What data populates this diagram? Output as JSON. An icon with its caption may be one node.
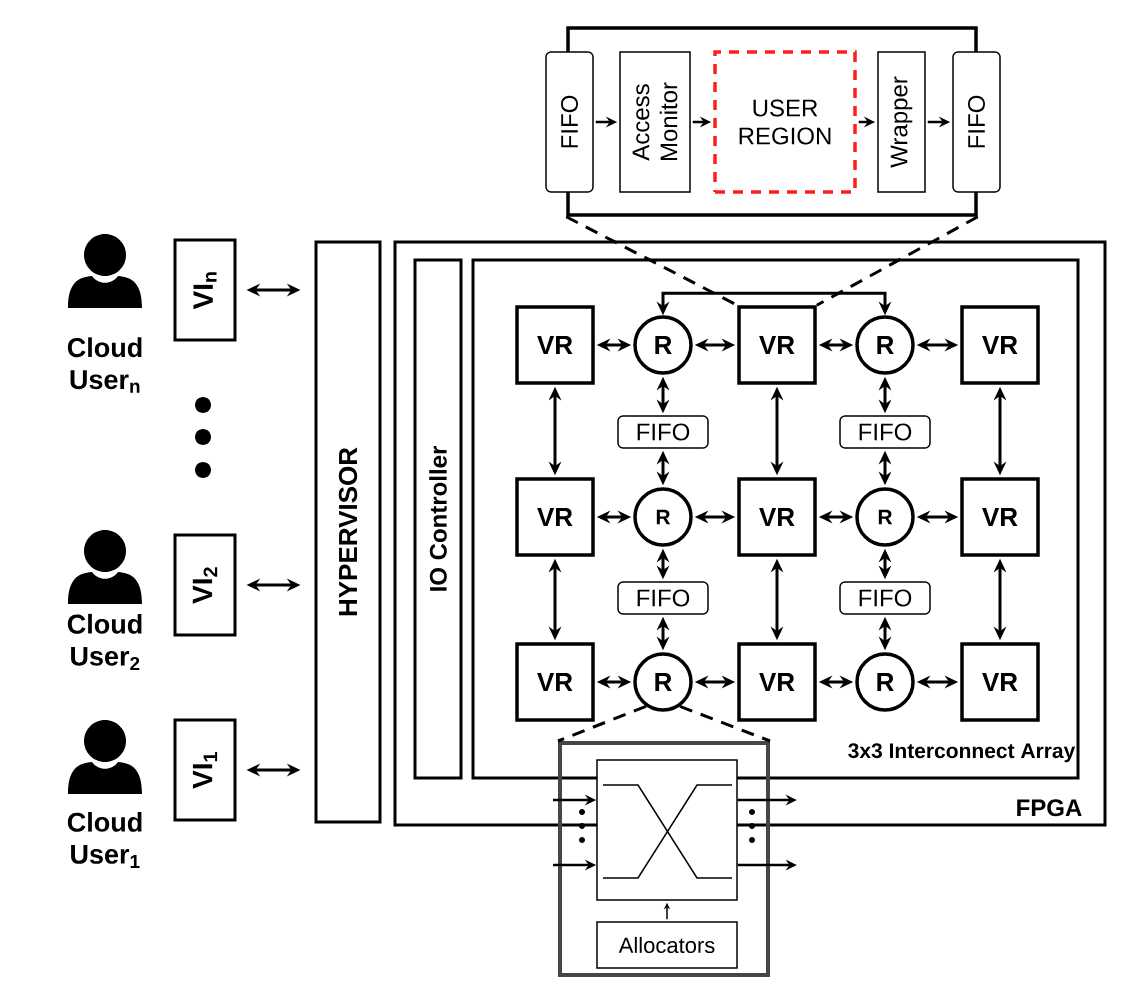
{
  "diagram": {
    "nodes": [
      {
        "text": [
          "FPGA"
        ]
      },
      {
        "text": [
          "IO Controller"
        ],
        "in": 0
      },
      {
        "text": [
          "3x3 Interconnect Array"
        ],
        "in": 0
      },
      {
        "text": [
          "VR"
        ],
        "in": 2
      },
      {
        "text": [
          "R"
        ],
        "in": 2
      },
      {
        "text": [
          "VR"
        ],
        "in": 2
      },
      {
        "text": [
          "R"
        ],
        "in": 2
      },
      {
        "text": [
          "VR"
        ],
        "in": 2
      },
      {
        "text": [
          "FIFO"
        ],
        "in": 2
      },
      {
        "text": [
          "FIFO"
        ],
        "in": 2
      },
      {
        "text": [
          "VR"
        ],
        "in": 2
      },
      {
        "text": [
          "R"
        ],
        "in": 2
      },
      {
        "text": [
          "VR"
        ],
        "in": 2
      },
      {
        "text": [
          "R"
        ],
        "in": 2
      },
      {
        "text": [
          "VR"
        ],
        "in": 2
      },
      {
        "text": [
          "FIFO"
        ],
        "in": 2
      },
      {
        "text": [
          "FIFO"
        ],
        "in": 2
      },
      {
        "text": [
          "VR"
        ],
        "in": 2
      },
      {
        "text": [
          "R"
        ],
        "in": 2
      },
      {
        "text": [
          "VR"
        ],
        "in": 2
      },
      {
        "text": [
          "R"
        ],
        "in": 2
      },
      {
        "text": [
          "VR"
        ],
        "in": 2
      },
      {
        "text": [
          "HYPERVISOR"
        ]
      },
      {
        "text": [
          "VI$_{n}$"
        ]
      },
      {
        "text": [
          "VI$_{2}$"
        ]
      },
      {
        "text": [
          "VI$_{1}$"
        ]
      },
      {
        "text": [],
        "shape": "box"
      },
      {
        "text": [
          "FIFO"
        ]
      },
      {
        "text": [
          "Access Monitor"
        ],
        "in": 26
      },
      {
        "text": [
          "USER REGION"
        ],
        "in": 26
      },
      {
        "text": [
          "Wrapper"
        ],
        "in": 26
      },
      {
        "text": [
          "FIFO"
        ]
      },
      {
        "text": [],
        "shape": "box"
      },
      {
        "text": [],
        "shape": "box",
        "in": 32
      },
      {
        "text": [
          "Allocators"
        ],
        "in": 32
      }
    ],
    "edges": [
      {
        "from": 3,
        "to": 4,
        "arrow": "both"
      },
      {
        "from": 4,
        "to": 5,
        "arrow": "both"
      },
      {
        "from": 5,
        "to": 6,
        "arrow": "both"
      },
      {
        "from": 6,
        "to": 7,
        "arrow": "both"
      },
      {
        "from": 10,
        "to": 11,
        "arrow": "both"
      },
      {
        "from": 11,
        "to": 12,
        "arrow": "both"
      },
      {
        "from": 12,
        "to": 13,
        "arrow": "both"
      },
      {
        "from": 13,
        "to": 14,
        "arrow": "both"
      },
      {
        "from": 17,
        "to": 18,
        "arrow": "both"
      },
      {
        "from": 18,
        "to": 19,
        "arrow": "both"
      },
      {
        "from": 19,
        "to": 20,
        "arrow": "both"
      },
      {
        "from": 20,
        "to": 21,
        "arrow": "both"
      },
      {
        "from": 3,
        "to": 10,
        "arrow": "both"
      },
      {
        "from": 10,
        "to": 17,
        "arrow": "both"
      },
      {
        "from": 5,
        "to": 12,
        "arrow": "both"
      },
      {
        "from": 12,
        "to": 19,
        "arrow": "both"
      },
      {
        "from": 7,
        "to": 14,
        "arrow": "both"
      },
      {
        "from": 14,
        "to": 21,
        "arrow": "both"
      },
      {
        "from": 4,
        "to": 8,
        "arrow": "both"
      },
      {
        "from": 8,
        "to": 11,
        "arrow": "both"
      },
      {
        "from": 11,
        "to": 15,
        "arrow": "both"
      },
      {
        "from": 15,
        "to": 18,
        "arrow": "both"
      },
      {
        "from": 6,
        "to": 9,
        "arrow": "both"
      },
      {
        "from": 9,
        "to": 13,
        "arrow": "both"
      },
      {
        "from": 13,
        "to": 16,
        "arrow": "both"
      },
      {
        "from": 16,
        "to": 20,
        "arrow": "both"
      },
      {
        "from": 4,
        "to": 6,
        "arrow": "both"
      },
      {
        "from": 23,
        "to": 22,
        "arrow": "both"
      },
      {
        "from": 24,
        "to": 22,
        "arrow": "both"
      },
      {
        "from": 25,
        "to": 22,
        "arrow": "both"
      },
      {
        "from": 27,
        "to": 28,
        "arrow": "to"
      },
      {
        "from": 28,
        "to": 29,
        "arrow": "to"
      },
      {
        "from": 29,
        "to": 30,
        "arrow": "to"
      },
      {
        "from": 30,
        "to": 31,
        "arrow": "to"
      },
      {
        "from": 26,
        "to": 5,
        "arrow": "none",
        "style": "dashed"
      },
      {
        "from": 26,
        "to": 5,
        "arrow": "none",
        "style": "dashed"
      },
      {
        "from": 18,
        "to": 32,
        "arrow": "none",
        "style": "dashed"
      },
      {
        "from": 18,
        "to": 32,
        "arrow": "none",
        "style": "dashed"
      },
      {
        "from": 34,
        "to": 33,
        "arrow": "to"
      },
      {
        "from": null,
        "to": 33,
        "arrow": "to"
      },
      {
        "from": null,
        "to": 33,
        "arrow": "to"
      },
      {
        "from": 33,
        "to": null,
        "arrow": "to"
      },
      {
        "from": 33,
        "to": null,
        "arrow": "to"
      }
    ],
    "labels": [
      "Cloud User$_{n}$",
      "Cloud User$_{2}$",
      "Cloud User$_{1}$"
    ]
  }
}
